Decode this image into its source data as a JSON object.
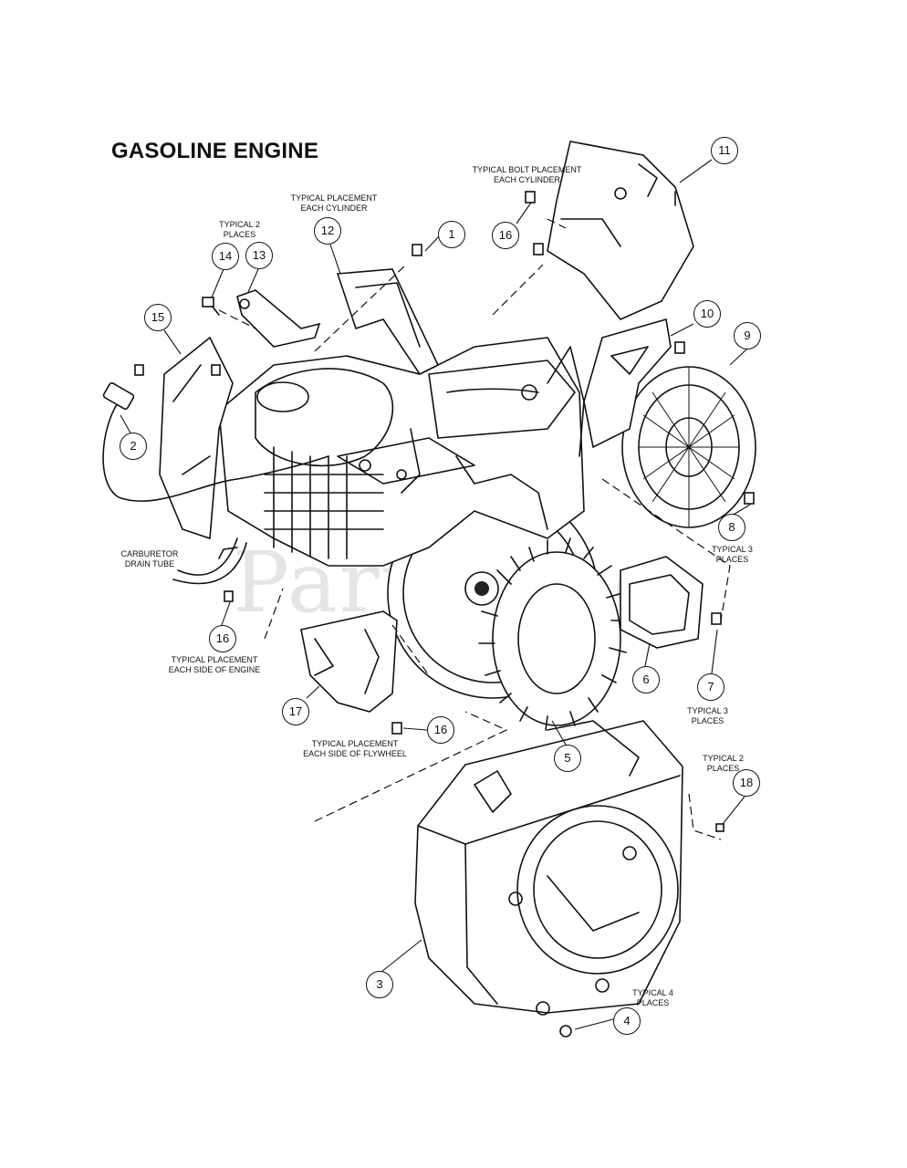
{
  "title": "GASOLINE ENGINE",
  "watermark": "PartsTree",
  "notes": {
    "bolt_placement": [
      "TYPICAL BOLT PLACEMENT",
      "EACH CYLINDER"
    ],
    "placement_cylinder": [
      "TYPICAL PLACEMENT",
      "EACH CYLINDER"
    ],
    "two_places_top": [
      "TYPICAL 2",
      "PLACES"
    ],
    "carb_drain": [
      "CARBURETOR",
      "DRAIN TUBE"
    ],
    "side_engine": [
      "TYPICAL PLACEMENT",
      "EACH SIDE OF ENGINE"
    ],
    "side_flywheel": [
      "TYPICAL PLACEMENT",
      "EACH SIDE OF FLYWHEEL"
    ],
    "three_places_8": [
      "TYPICAL 3",
      "PLACES"
    ],
    "three_places_7": [
      "TYPICAL 3",
      "PLACES"
    ],
    "two_places_18": [
      "TYPICAL 2",
      "PLACES"
    ],
    "four_places": [
      "TYPICAL 4",
      "PLACES"
    ]
  },
  "callouts": {
    "c1": "1",
    "c2": "2",
    "c3": "3",
    "c4": "4",
    "c5": "5",
    "c6": "6",
    "c7": "7",
    "c8": "8",
    "c9": "9",
    "c10": "10",
    "c11": "11",
    "c12": "12",
    "c13": "13",
    "c14": "14",
    "c15": "15",
    "c16a": "16",
    "c16b": "16",
    "c16c": "16",
    "c17": "17",
    "c18": "18"
  }
}
